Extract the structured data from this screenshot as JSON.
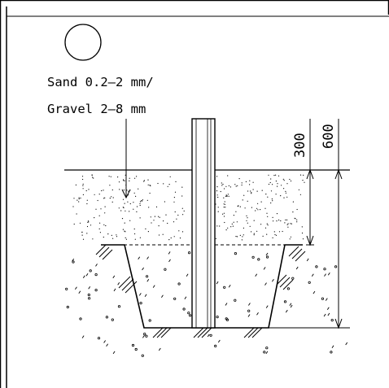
{
  "circle_symbol": "circle",
  "labels": {
    "material_line1": "Sand 0.2–2 mm/",
    "material_line2": "Gravel 2–8 mm"
  },
  "dimensions": {
    "depth_inner": "300",
    "depth_outer": "600"
  },
  "colors": {
    "line": "#000000",
    "background": "#ffffff"
  }
}
